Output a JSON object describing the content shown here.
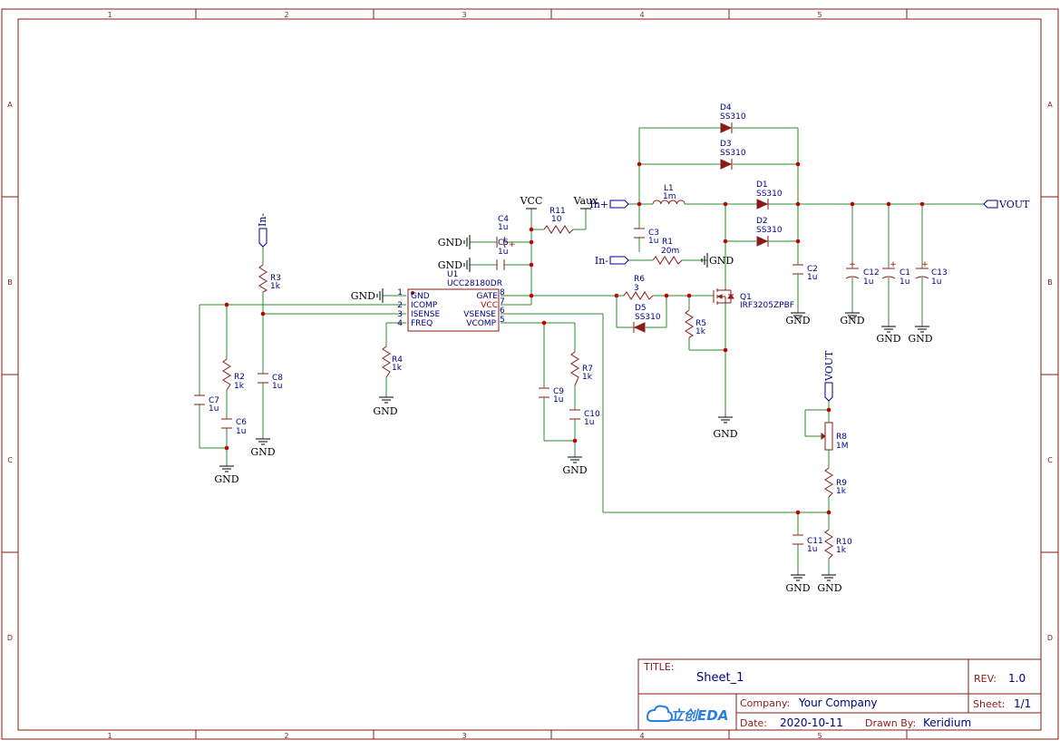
{
  "frame": {
    "col_labels": [
      "1",
      "2",
      "3",
      "4",
      "5"
    ],
    "row_labels": [
      "A",
      "B",
      "C",
      "D"
    ]
  },
  "title_block": {
    "title_label": "TITLE:",
    "title_value": "Sheet_1",
    "rev_label": "REV:",
    "rev_value": "1.0",
    "company_label": "Company:",
    "company_value": "Your Company",
    "sheet_label": "Sheet:",
    "sheet_value": "1/1",
    "date_label": "Date:",
    "date_value": "2020-10-11",
    "drawn_label": "Drawn By:",
    "drawn_value": "Keridium",
    "logo_text": "立创EDA"
  },
  "nets": {
    "gnd": "GND",
    "vcc": "VCC",
    "vaux": "Vaux",
    "in_plus": "In+",
    "in_minus": "In-",
    "vout": "VOUT"
  },
  "u1": {
    "ref": "U1",
    "value": "UCC28180DR",
    "left_pins": [
      {
        "num": "1",
        "name": "GND"
      },
      {
        "num": "2",
        "name": "ICOMP"
      },
      {
        "num": "3",
        "name": "ISENSE"
      },
      {
        "num": "4",
        "name": "FREQ"
      }
    ],
    "right_pins": [
      {
        "num": "8",
        "name": "GATE"
      },
      {
        "num": "7",
        "name": "VCC"
      },
      {
        "num": "6",
        "name": "VSENSE"
      },
      {
        "num": "5",
        "name": "VCOMP"
      }
    ]
  },
  "parts": {
    "D4": {
      "ref": "D4",
      "value": "SS310"
    },
    "D3": {
      "ref": "D3",
      "value": "SS310"
    },
    "D1": {
      "ref": "D1",
      "value": "SS310"
    },
    "D2": {
      "ref": "D2",
      "value": "SS310"
    },
    "D5": {
      "ref": "D5",
      "value": "SS310"
    },
    "L1": {
      "ref": "L1",
      "value": "1m"
    },
    "C3": {
      "ref": "C3",
      "value": "1u"
    },
    "R1": {
      "ref": "R1",
      "value": "20m"
    },
    "C2": {
      "ref": "C2",
      "value": "1u"
    },
    "C12": {
      "ref": "C12",
      "value": "1u"
    },
    "C1": {
      "ref": "C1",
      "value": "1u"
    },
    "C13": {
      "ref": "C13",
      "value": "1u"
    },
    "R11": {
      "ref": "R11",
      "value": "10"
    },
    "C4": {
      "ref": "C4",
      "value": "1u"
    },
    "C5": {
      "ref": "C5",
      "value": "1u"
    },
    "R3": {
      "ref": "R3",
      "value": "1k"
    },
    "R6": {
      "ref": "R6",
      "value": "3"
    },
    "Q1": {
      "ref": "Q1",
      "value": "IRF3205ZPBF"
    },
    "R5": {
      "ref": "R5",
      "value": "1k"
    },
    "R2": {
      "ref": "R2",
      "value": "1k"
    },
    "C7": {
      "ref": "C7",
      "value": "1u"
    },
    "C6": {
      "ref": "C6",
      "value": "1u"
    },
    "C8": {
      "ref": "C8",
      "value": "1u"
    },
    "R4": {
      "ref": "R4",
      "value": "1k"
    },
    "C9": {
      "ref": "C9",
      "value": "1u"
    },
    "R7": {
      "ref": "R7",
      "value": "1k"
    },
    "C10": {
      "ref": "C10",
      "value": "1u"
    },
    "R8": {
      "ref": "R8",
      "value": "1M"
    },
    "R9": {
      "ref": "R9",
      "value": "1k"
    },
    "R10": {
      "ref": "R10",
      "value": "1k"
    },
    "C11": {
      "ref": "C11",
      "value": "1u"
    }
  }
}
